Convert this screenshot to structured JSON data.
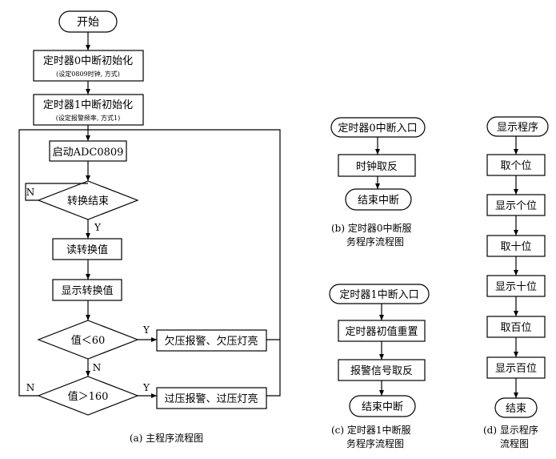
{
  "main": {
    "start": "开始",
    "timer0_init": "定时器0中断初始化",
    "timer0_init_note": "(设定0809时钟, 方式)",
    "timer1_init": "定时器1中断初始化",
    "timer1_init_note": "(设定报警频率, 方式1)",
    "start_adc": "启动ADC0809",
    "conv_done": "转换结束",
    "read_value": "读转换值",
    "show_value": "显示转换值",
    "lt60": "值＜60",
    "under_alarm": "欠压报警、欠压灯亮",
    "gt160": "值＞160",
    "over_alarm": "过压报警、过压灯亮",
    "label_y": "Y",
    "label_n": "N",
    "caption": "(a) 主程序流程图"
  },
  "timer0": {
    "entry": "定时器0中断入口",
    "invert_clock": "时钟取反",
    "end": "结束中断",
    "caption_line1": "(b) 定时器0中断服",
    "caption_line2": "务程序流程图"
  },
  "timer1": {
    "entry": "定时器1中断入口",
    "reset_initial": "定时器初值重置",
    "invert_alarm": "报警信号取反",
    "end": "结束中断",
    "caption_line1": "(c) 定时器1中断服",
    "caption_line2": "务程序流程图"
  },
  "display": {
    "entry": "显示程序",
    "get_ones": "取个位",
    "show_ones": "显示个位",
    "get_tens": "取十位",
    "show_tens": "显示十位",
    "get_hundreds": "取百位",
    "show_hundreds": "显示百位",
    "end": "结束",
    "caption_line1": "(d) 显示程序",
    "caption_line2": "流程图"
  }
}
